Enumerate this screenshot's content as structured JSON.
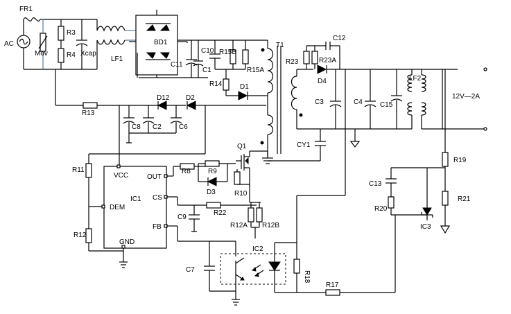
{
  "labels": {
    "FR1": "FR1",
    "AC": "AC",
    "Mov": "Mov",
    "R3": "R3",
    "R4": "R4",
    "Xcap": "Xcap",
    "LF1": "LF1",
    "BD1": "BD1",
    "C11": "C11",
    "C1": "C1",
    "C10": "C10",
    "R15B": "R15B",
    "R15A": "R15A",
    "R14": "R14",
    "D1": "D1",
    "T1": "T1",
    "R13": "R13",
    "D12": "D12",
    "D2": "D2",
    "C8": "C8",
    "C2": "C2",
    "C6": "C6",
    "R11": "R11",
    "R12": "R12",
    "VCC": "VCC",
    "OUT": "OUT",
    "DEM": "DEM",
    "IC1": "IC1",
    "CS": "CS",
    "FB": "FB",
    "GND": "GND",
    "R8": "R8",
    "R9": "R9",
    "D3": "D3",
    "Q1": "Q1",
    "R10": "R10",
    "C9": "C9",
    "R22": "R22",
    "R12A": "R12A",
    "R12B": "R12B",
    "C7": "C7",
    "IC2": "IC2",
    "R18": "R18",
    "R17": "R17",
    "R23": "R23",
    "R23A": "R23A",
    "C12": "C12",
    "D4": "D4",
    "C3": "C3",
    "C4": "C4",
    "C15": "C15",
    "LF2": "LF2",
    "CY1": "CY1",
    "OUT_SPEC": "12V—2A",
    "R19": "R19",
    "C13": "C13",
    "R20": "R20",
    "R21": "R21",
    "IC3": "IC3"
  }
}
